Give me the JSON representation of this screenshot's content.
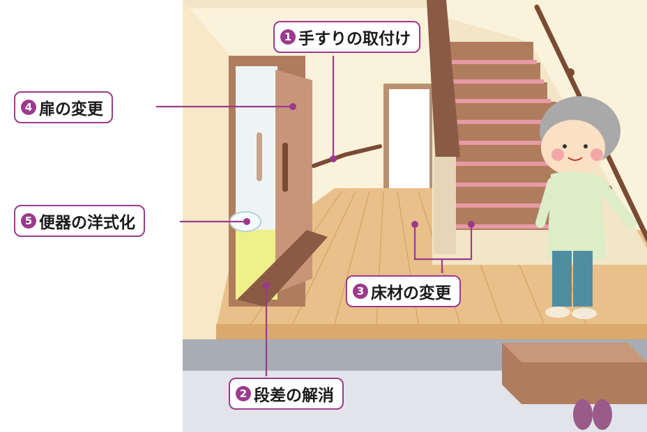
{
  "callouts": [
    {
      "num": "1",
      "label": "手すりの取付け"
    },
    {
      "num": "2",
      "label": "段差の解消"
    },
    {
      "num": "3",
      "label": "床材の変更"
    },
    {
      "num": "4",
      "label": "扉の変更"
    },
    {
      "num": "5",
      "label": "便器の洋式化"
    }
  ],
  "colors": {
    "accent": "#9b3a8c",
    "wall": "#fbf2dc",
    "floor": "#e9c08a",
    "stair_tread": "#e79aa5",
    "door": "#c8957a"
  }
}
